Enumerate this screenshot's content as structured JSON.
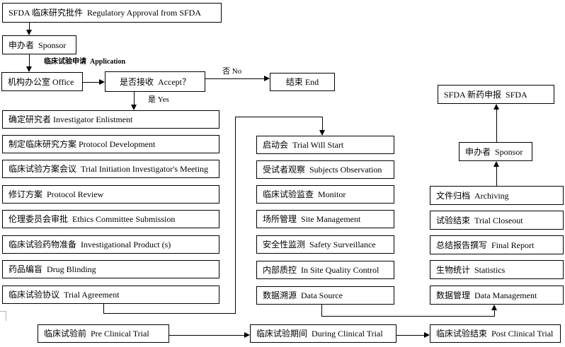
{
  "page": {
    "background_color": "#ffffff",
    "line_color": "#000000",
    "artifact_color": "#b3b3b3",
    "description": "Clinical trial process flowchart (SFDA, China)"
  },
  "top_flow": {
    "sfda_approval": "SFDA 临床研究批件  Regulatory Approval from SFDA",
    "sponsor": "申办者  Sponsor",
    "application_label": "临床试验申请  Application",
    "office": "机构办公室 Office",
    "decision": "是否接收  Accept？",
    "no_label": "否 No",
    "yes_label": "是 Yes",
    "end_label": "结束 End"
  },
  "pre_trial_column": {
    "items": [
      "确定研究者 Investigator Enlistment",
      "制定临床研究方案 Protocol Development",
      "临床试验方案会议  Trial Initiation Investigator's Meeting",
      "修订方案  Protocol Review",
      "伦理委员会审批  Ethics Committee Submission",
      "临床试验药物准备  Investigational Product (s)",
      "药品编盲  Drug Blinding",
      "临床试验协议  Trial Agreement"
    ]
  },
  "during_trial_column": {
    "items": [
      "启动会  Trial Will Start",
      "受试者观察  Subjects Observation",
      "临床试验监查  Monitor",
      "场所管理  Site Management",
      "安全性监测  Safety Surveillance",
      "内部质控  In Site Quality Control",
      "数据溯源  Data Source"
    ]
  },
  "post_trial_column": {
    "items": [
      "文件归档  Archiving",
      "试验结束  Trial Closeout",
      "总结报告撰写  Final Report",
      "生物统计  Statistics",
      "数据管理  Data Management"
    ]
  },
  "submission_flow": {
    "sfda_submission": "SFDA 新药申报  SFDA",
    "sponsor": "申办者  Sponsor"
  },
  "phase_row": {
    "pre": "临床试验前  Pre Clinical Trial",
    "during": "临床试验期间  During Clinical Trial",
    "post": "临床试验结束  Post Clinical Trial"
  }
}
